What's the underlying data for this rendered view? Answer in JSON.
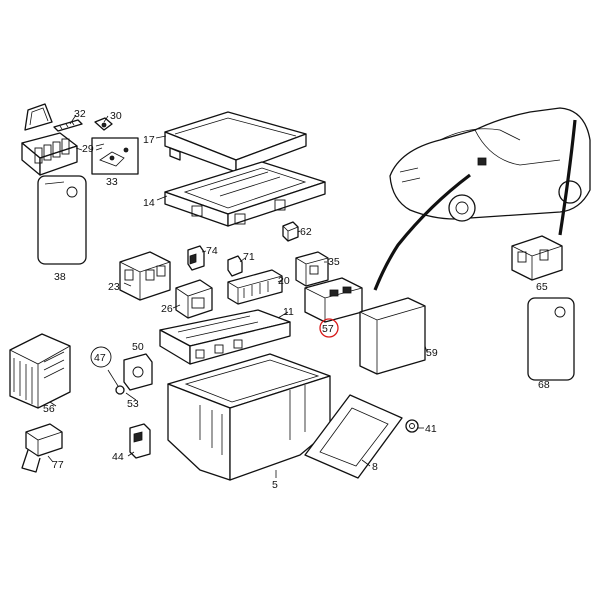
{
  "parts": [
    {
      "id": "32",
      "label": "32"
    },
    {
      "id": "30",
      "label": "30"
    },
    {
      "id": "29",
      "label": "29"
    },
    {
      "id": "17",
      "label": "17"
    },
    {
      "id": "33",
      "label": "33"
    },
    {
      "id": "14",
      "label": "14"
    },
    {
      "id": "62",
      "label": "62"
    },
    {
      "id": "38",
      "label": "38"
    },
    {
      "id": "74",
      "label": "74"
    },
    {
      "id": "71",
      "label": "71"
    },
    {
      "id": "35",
      "label": "35"
    },
    {
      "id": "23",
      "label": "23"
    },
    {
      "id": "20",
      "label": "20"
    },
    {
      "id": "65",
      "label": "65"
    },
    {
      "id": "26",
      "label": "26"
    },
    {
      "id": "11",
      "label": "11"
    },
    {
      "id": "57",
      "label": "57",
      "highlighted": true
    },
    {
      "id": "47",
      "label": "47"
    },
    {
      "id": "50",
      "label": "50"
    },
    {
      "id": "59",
      "label": "59"
    },
    {
      "id": "68",
      "label": "68"
    },
    {
      "id": "53",
      "label": "53"
    },
    {
      "id": "56",
      "label": "56"
    },
    {
      "id": "41",
      "label": "41"
    },
    {
      "id": "44",
      "label": "44"
    },
    {
      "id": "77",
      "label": "77"
    },
    {
      "id": "8",
      "label": "8"
    },
    {
      "id": "5",
      "label": "5"
    }
  ],
  "colors": {
    "ink": "#111111",
    "background": "#ffffff",
    "highlight": "#d81b1b"
  }
}
